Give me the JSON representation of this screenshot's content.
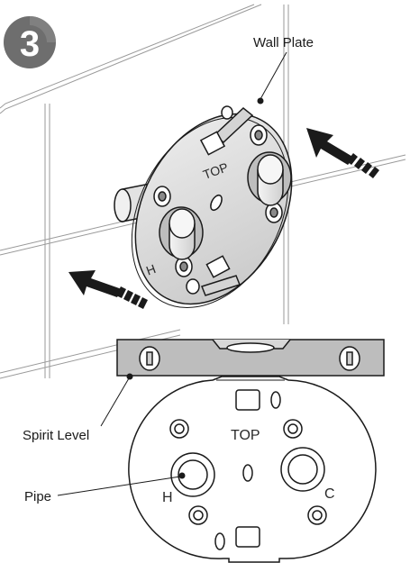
{
  "step": {
    "number": "3"
  },
  "labels": {
    "wall_plate": "Wall Plate",
    "spirit_level": "Spirit Level",
    "pipe": "Pipe"
  },
  "plate_markings": {
    "top": "TOP",
    "hot": "H",
    "cold": "C"
  },
  "colors": {
    "badge": "#6e6e6e",
    "plate_fill": "#d9d9d9",
    "level_body": "#bdbdbd",
    "outline": "#1a1a1a",
    "tile_lines": "#9a9a9a"
  },
  "icons": [
    "push-arrow-icon",
    "step-badge",
    "bubble-vial-icon"
  ]
}
